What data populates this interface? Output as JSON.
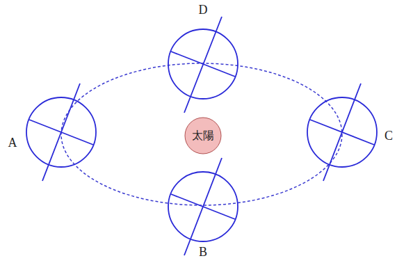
{
  "diagram": {
    "nodes": [
      {
        "text": [
          "太陽"
        ]
      }
    ],
    "labels": [
      "D",
      "A",
      "C",
      "B"
    ]
  }
}
